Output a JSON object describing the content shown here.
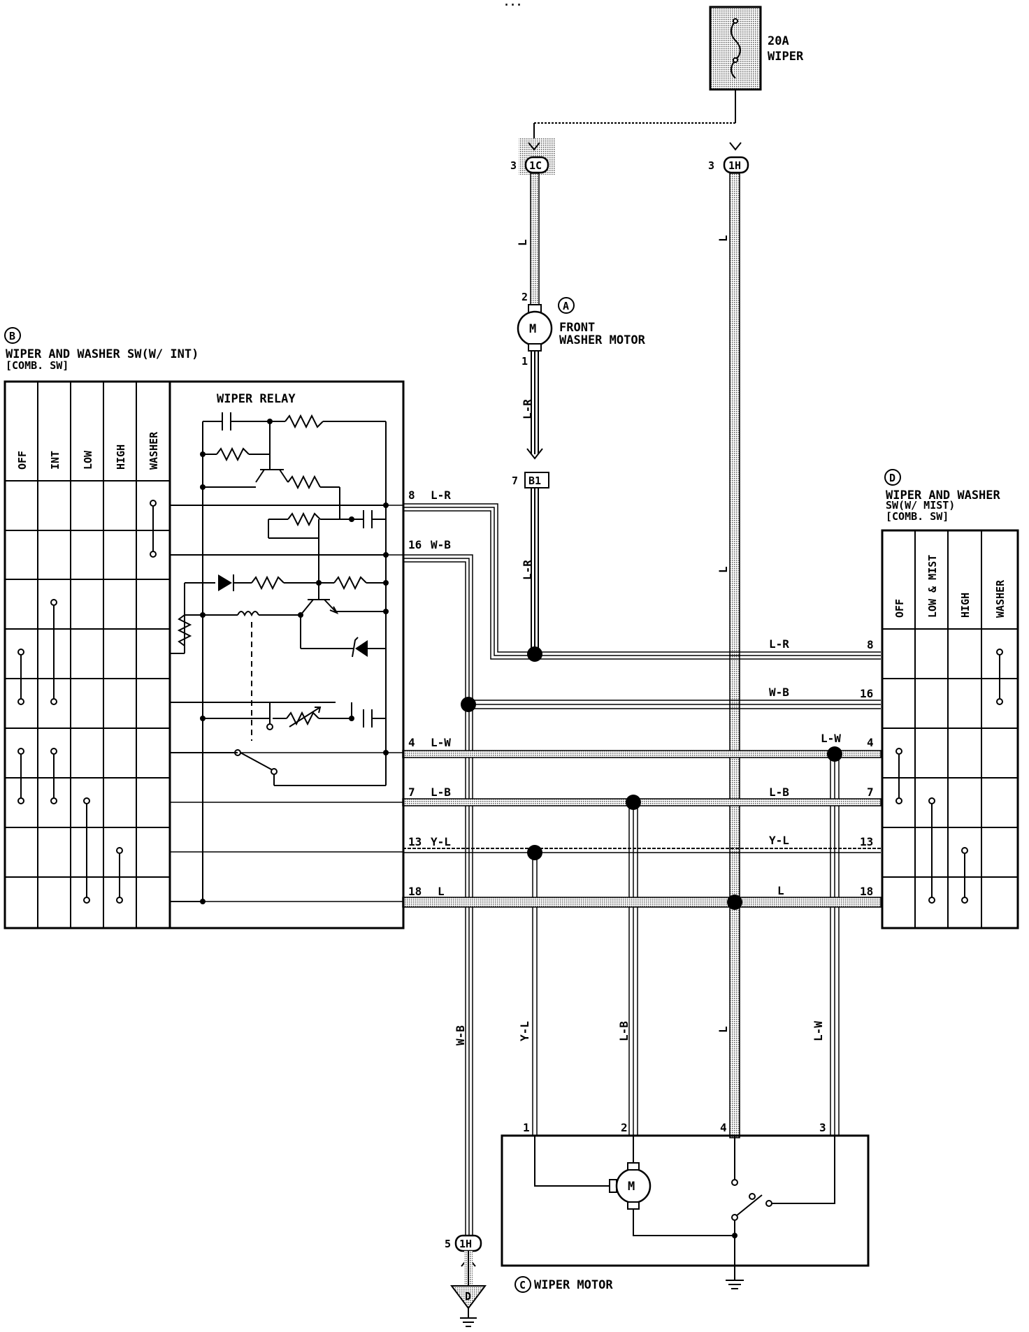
{
  "fuse": {
    "rating": "20A",
    "name": "WIPER"
  },
  "connectors": {
    "c1c": {
      "pin": "3",
      "id": "1C"
    },
    "c1h_top": {
      "pin": "3",
      "id": "1H"
    },
    "b1": {
      "pin": "7",
      "id": "B1"
    },
    "c1h_bot": {
      "pin": "5",
      "id": "1H"
    },
    "ground": "D"
  },
  "washer_motor": {
    "badge": "A",
    "symbol": "M",
    "title_line1": "FRONT",
    "title_line2": "WASHER MOTOR",
    "pin_top": "2",
    "pin_bottom": "1"
  },
  "switch_int": {
    "badge": "B",
    "title_line1": "WIPER AND WASHER SW(W/ INT)",
    "title_line2": "[COMB. SW]",
    "columns": [
      "OFF",
      "INT",
      "LOW",
      "HIGH",
      "WASHER"
    ],
    "relay_label": "WIPER RELAY"
  },
  "switch_mist": {
    "badge": "D",
    "title_line1": "WIPER AND WASHER",
    "title_line2": "SW(W/ MIST)",
    "title_line3": "[COMB. SW]",
    "columns": [
      "OFF",
      "LOW & MIST",
      "HIGH",
      "WASHER"
    ]
  },
  "wiper_motor": {
    "badge": "C",
    "title": "WIPER MOTOR",
    "symbol": "M",
    "pins": [
      "1",
      "2",
      "4",
      "3"
    ]
  },
  "wires": {
    "l": "L",
    "lr": "L-R",
    "wb": "W-B",
    "lw": "L-W",
    "lb": "L-B",
    "yl": "Y-L"
  },
  "left_pins": [
    {
      "pin": "8",
      "color": "L-R"
    },
    {
      "pin": "16",
      "color": "W-B"
    },
    {
      "pin": "4",
      "color": "L-W"
    },
    {
      "pin": "7",
      "color": "L-B"
    },
    {
      "pin": "13",
      "color": "Y-L"
    },
    {
      "pin": "18",
      "color": "L"
    }
  ],
  "right_pins": [
    "8",
    "16",
    "4",
    "7",
    "13",
    "18"
  ],
  "top_mark": "..."
}
